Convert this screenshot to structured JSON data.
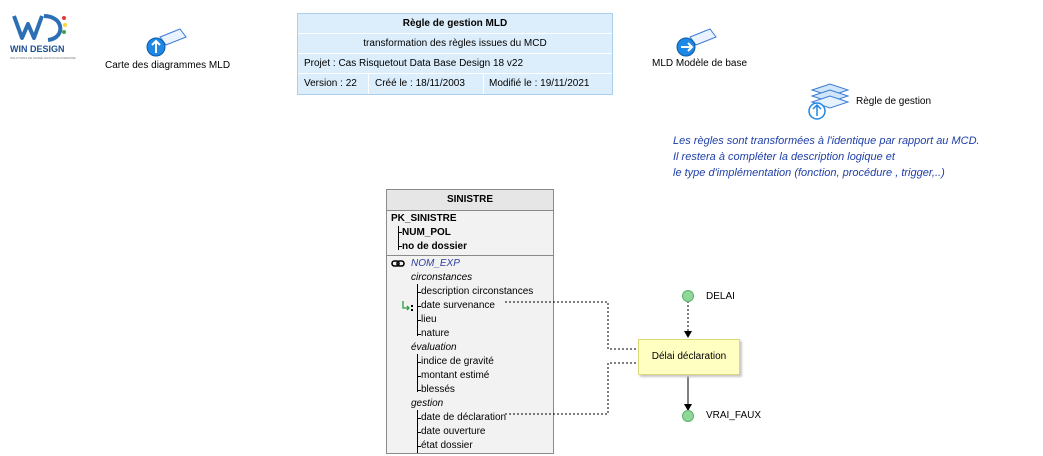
{
  "logo": {
    "main": "WD",
    "sub": "WIN DESIGN",
    "tagline": "SOLUTIONS DE MODÉLISATION ENTREPRISE"
  },
  "nav": {
    "left_label": "Carte des diagrammes MLD",
    "right_label": "MLD Modèle de base",
    "rule_label": "Règle de gestion"
  },
  "title": {
    "name": "Règle de gestion MLD",
    "subtitle": "transformation des règles issues du MCD",
    "project": "Projet : Cas Risquetout Data Base Design 18 v22",
    "version": "Version : 22",
    "created": "Créé le : 18/11/2003",
    "modified": "Modifié le : 19/11/2021"
  },
  "comment": [
    "Les règles sont transformées à l'identique par rapport au MCD.",
    "Il restera à compléter la description logique et",
    "le type d'implémentation (fonction, procédure , trigger,..)"
  ],
  "entity": {
    "name": "SINISTRE",
    "keys": [
      "PK_SINISTRE",
      "NUM_POL",
      "no de dossier"
    ],
    "link": "NOM_EXP",
    "groups": [
      {
        "name": "circonstances",
        "items": [
          "description circonstances",
          "date survenance",
          "lieu",
          "nature"
        ]
      },
      {
        "name": "évaluation",
        "items": [
          "indice de gravité",
          "montant estimé",
          "blessés"
        ]
      },
      {
        "name": "gestion",
        "items": [
          "date de déclaration",
          "date ouverture",
          "état dossier"
        ]
      }
    ]
  },
  "rule": {
    "label": "Délai déclaration",
    "input": "DELAI",
    "output": "VRAI_FAUX"
  },
  "colors": {
    "title_bg": "#dceefb",
    "rule_bg": "#ffffc2",
    "node": "#8fd89a",
    "comment": "#1f3fa8",
    "icon": "#1e88e5"
  }
}
